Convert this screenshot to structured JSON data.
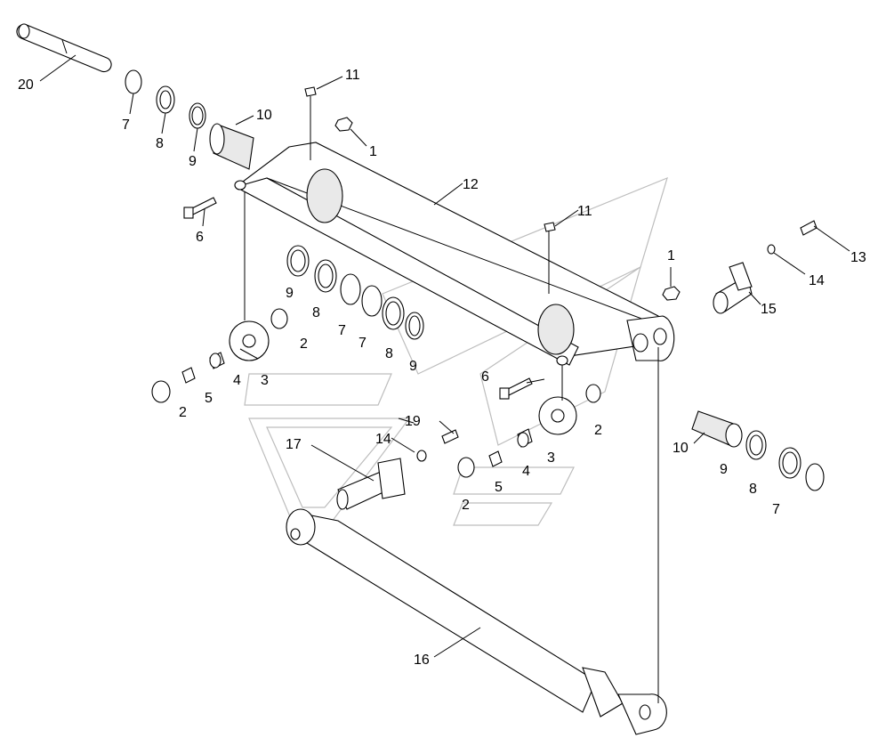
{
  "callouts": {
    "c20": "20",
    "c7a": "7",
    "c8a": "8",
    "c9a": "9",
    "c10a": "10",
    "c11a": "11",
    "c1a": "1",
    "c12": "12",
    "c6a": "6",
    "c11b": "11",
    "c1b": "1",
    "c13": "13",
    "c14a": "14",
    "c15": "15",
    "c9b": "9",
    "c8b": "8",
    "c7b": "7",
    "c7c": "7",
    "c8c": "8",
    "c9c": "9",
    "c2a": "2",
    "c4a": "4",
    "c3a": "3",
    "c5a": "5",
    "c2b": "2",
    "c6b": "6",
    "c2c": "2",
    "c3b": "3",
    "c19": "19",
    "c14b": "14",
    "c17": "17",
    "c4b": "4",
    "c5b": "5",
    "c2d": "2",
    "c10b": "10",
    "c9d": "9",
    "c8d": "8",
    "c7d": "7",
    "c16": "16"
  }
}
